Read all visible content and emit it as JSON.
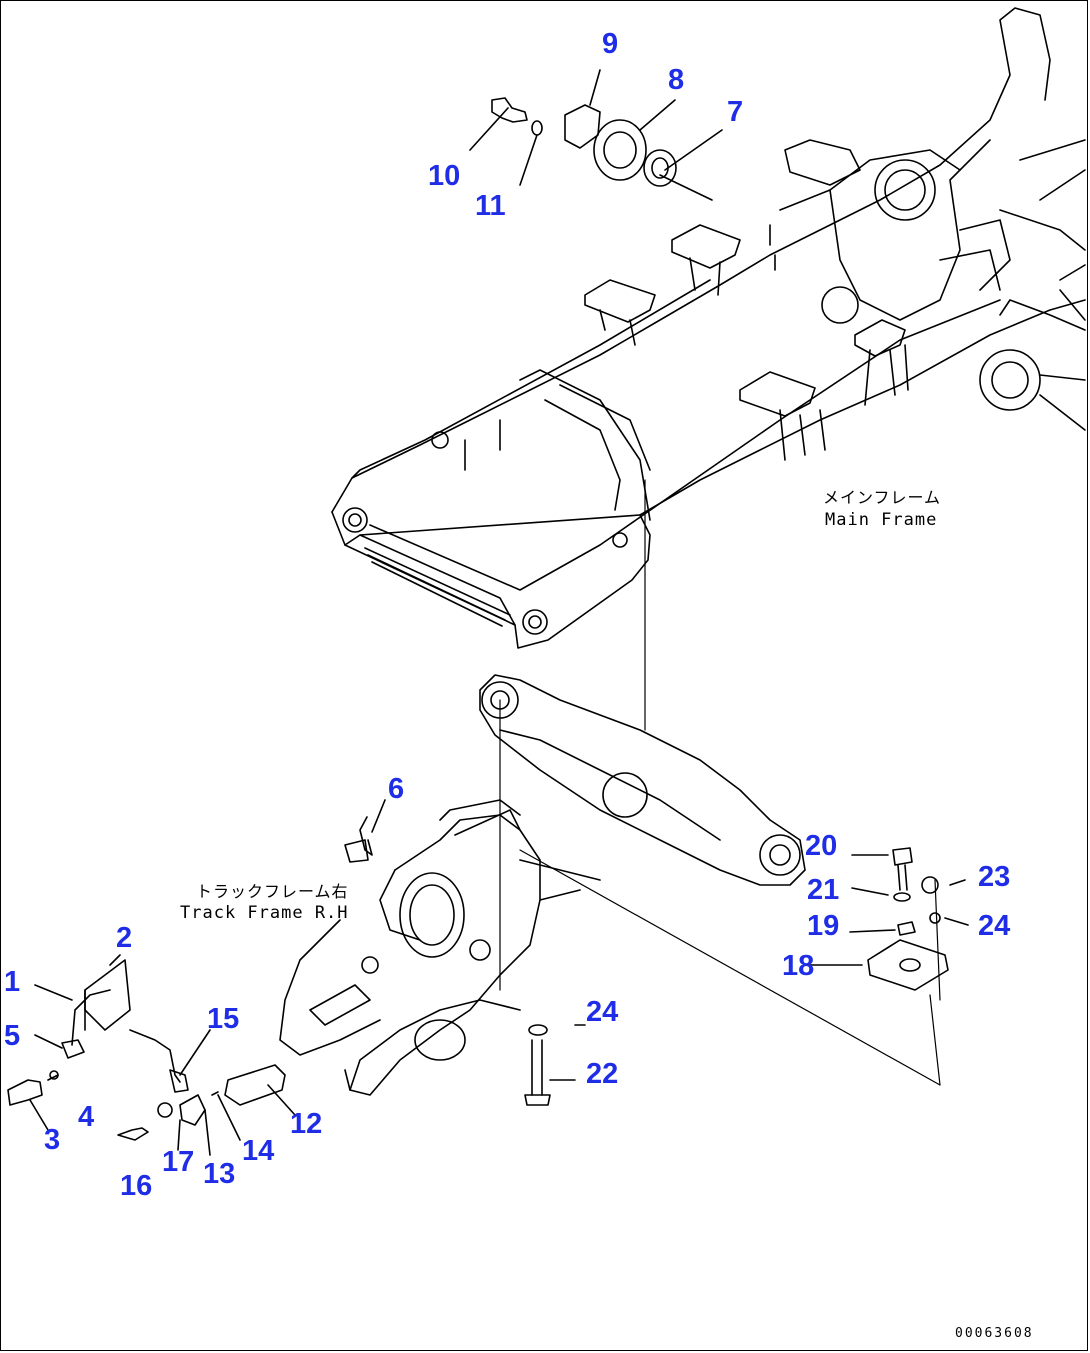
{
  "labels": {
    "main_frame_jp": "メインフレーム",
    "main_frame_en": "Main Frame",
    "track_frame_jp": "トラックフレーム右",
    "track_frame_en": "Track Frame R.H"
  },
  "reference_code": "00063608",
  "callouts": [
    {
      "id": "c1",
      "text": "1"
    },
    {
      "id": "c2",
      "text": "2"
    },
    {
      "id": "c3",
      "text": "3"
    },
    {
      "id": "c4",
      "text": "4"
    },
    {
      "id": "c5",
      "text": "5"
    },
    {
      "id": "c6",
      "text": "6"
    },
    {
      "id": "c7",
      "text": "7"
    },
    {
      "id": "c8",
      "text": "8"
    },
    {
      "id": "c9",
      "text": "9"
    },
    {
      "id": "c10",
      "text": "10"
    },
    {
      "id": "c11",
      "text": "11"
    },
    {
      "id": "c12",
      "text": "12"
    },
    {
      "id": "c13",
      "text": "13"
    },
    {
      "id": "c14",
      "text": "14"
    },
    {
      "id": "c15",
      "text": "15"
    },
    {
      "id": "c16",
      "text": "16"
    },
    {
      "id": "c17",
      "text": "17"
    },
    {
      "id": "c18",
      "text": "18"
    },
    {
      "id": "c19",
      "text": "19"
    },
    {
      "id": "c20",
      "text": "20"
    },
    {
      "id": "c21",
      "text": "21"
    },
    {
      "id": "c22",
      "text": "22"
    },
    {
      "id": "c23",
      "text": "23"
    },
    {
      "id": "c24a",
      "text": "24"
    },
    {
      "id": "c24b",
      "text": "24"
    }
  ],
  "colors": {
    "callout": "#1f2ee6",
    "line": "#000000",
    "background": "#ffffff"
  }
}
